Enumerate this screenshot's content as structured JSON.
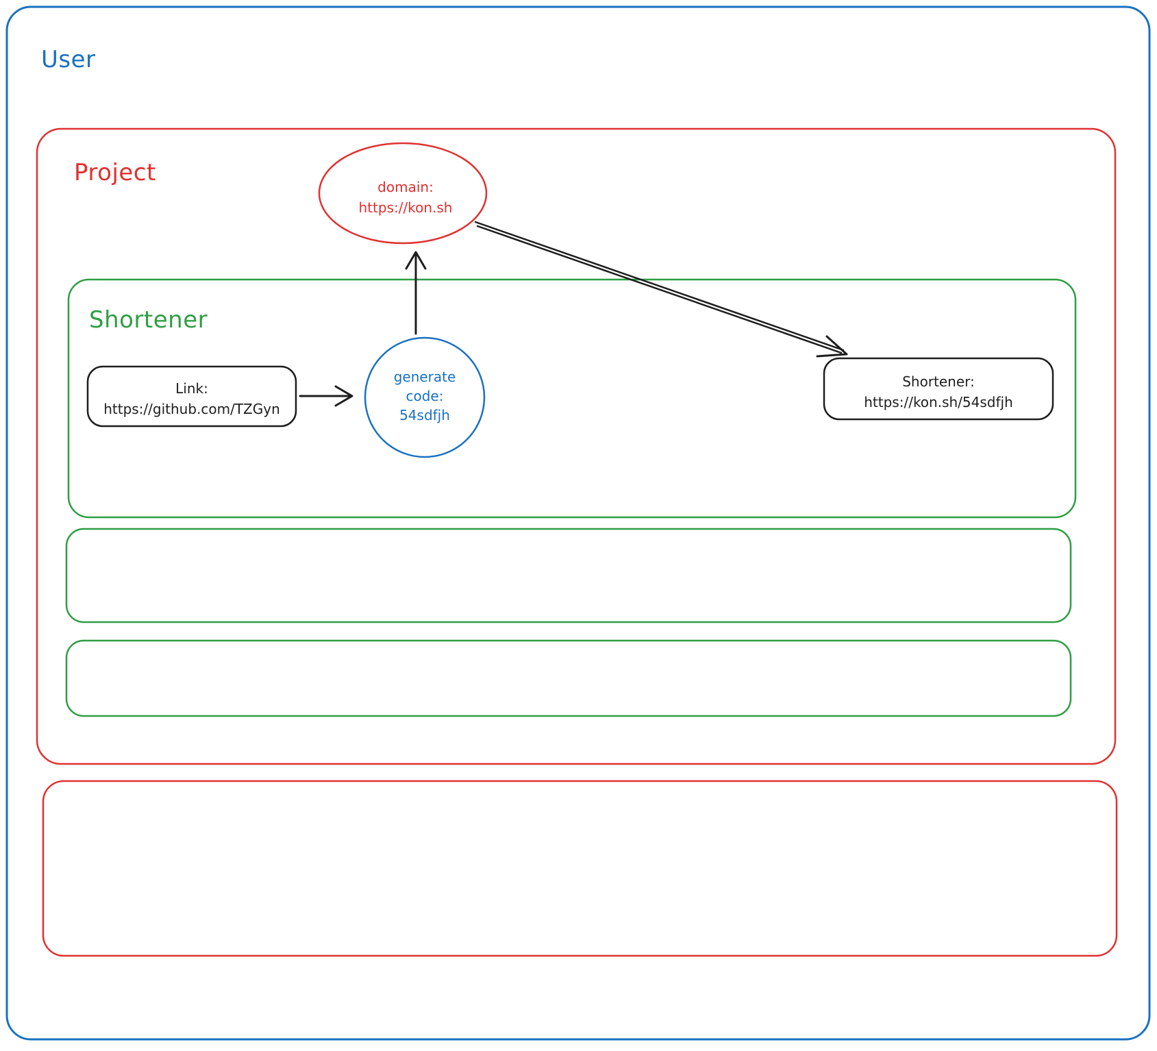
{
  "colors": {
    "blue": "#1971c2",
    "red": "#e03131",
    "green": "#2f9e44",
    "black": "#1e1e1e"
  },
  "containers": {
    "user": {
      "label": "User"
    },
    "project": {
      "label": "Project"
    },
    "shortener": {
      "label": "Shortener"
    }
  },
  "nodes": {
    "domain": {
      "shape": "ellipse",
      "lines": [
        "domain:",
        "https://kon.sh"
      ]
    },
    "link": {
      "shape": "rounded-rectangle",
      "lines": [
        "Link:",
        "https://github.com/TZGyn"
      ]
    },
    "generate_code": {
      "shape": "circle",
      "lines": [
        "generate",
        "code:",
        "54sdfjh"
      ]
    },
    "shortened": {
      "shape": "rounded-rectangle",
      "lines": [
        "Shortener:",
        "https://kon.sh/54sdfjh"
      ]
    }
  },
  "arrows": [
    {
      "name": "link-to-generate-code",
      "from": "link",
      "to": "generate_code"
    },
    {
      "name": "generate-code-to-domain",
      "from": "generate_code",
      "to": "domain"
    },
    {
      "name": "domain-to-shortened",
      "from": "domain",
      "to": "shortened"
    }
  ],
  "empty_placeholders": [
    {
      "name": "green-placeholder-1",
      "color": "green"
    },
    {
      "name": "green-placeholder-2",
      "color": "green"
    },
    {
      "name": "red-placeholder",
      "color": "red"
    }
  ]
}
